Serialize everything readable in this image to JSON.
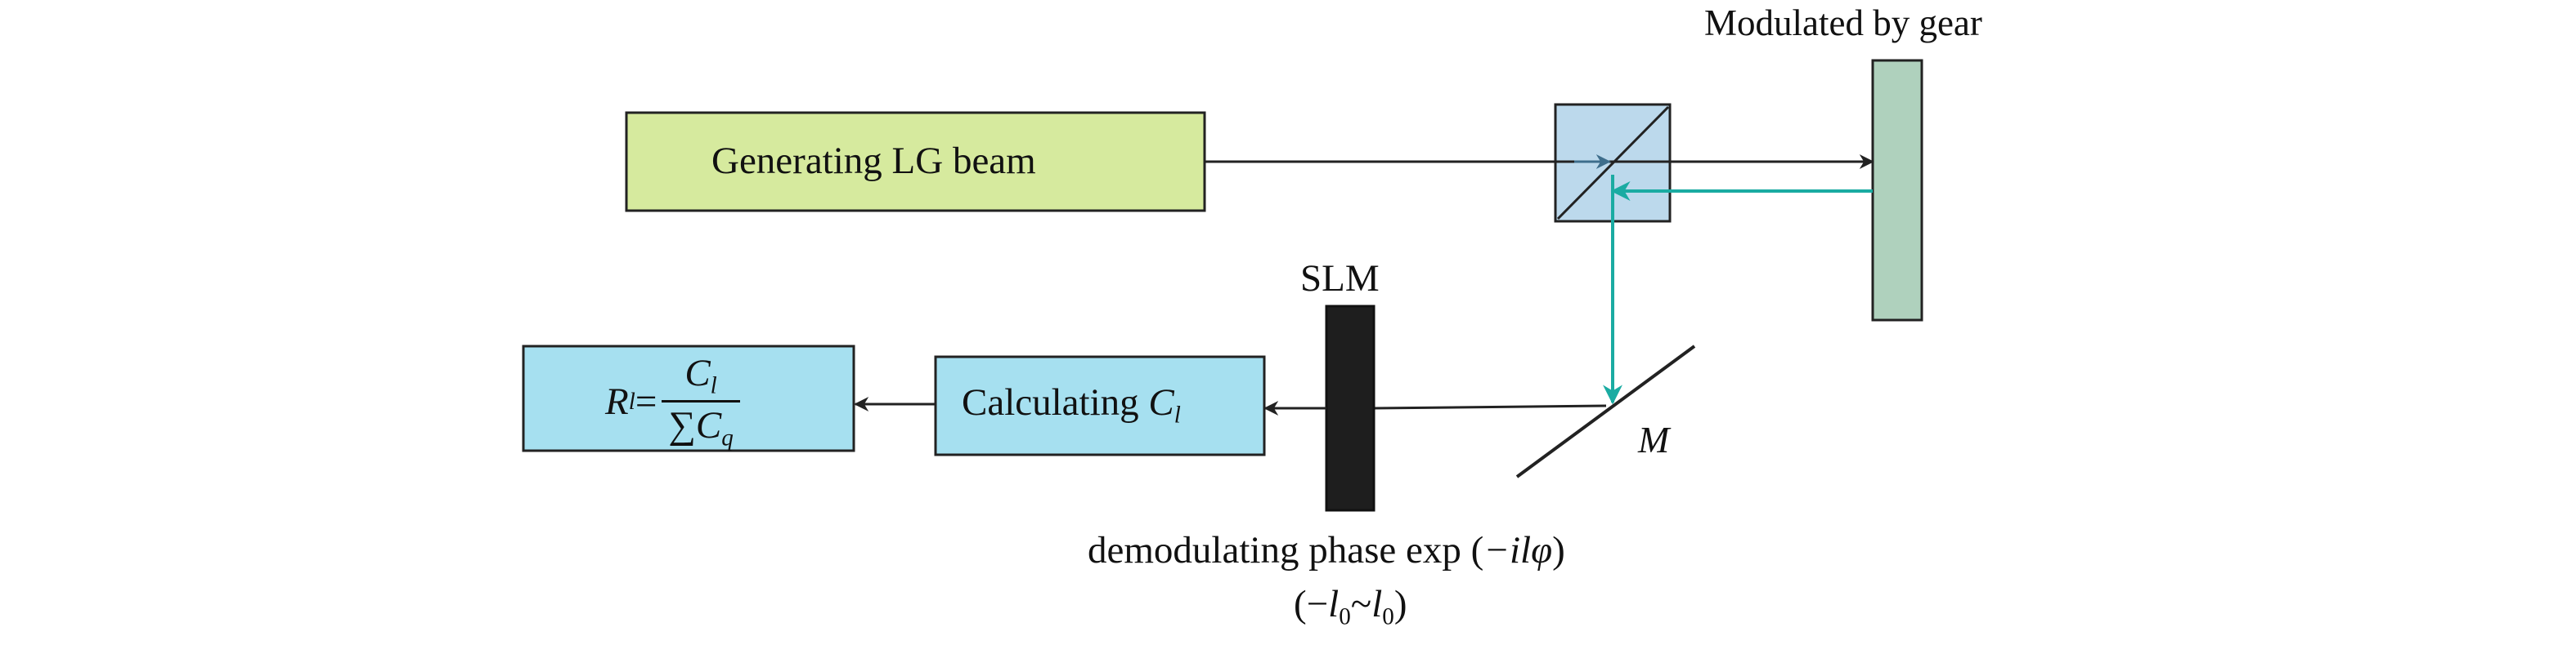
{
  "labels": {
    "modulated_by_gear": "Modulated by gear",
    "generating_lg_beam": "Generating LG beam",
    "slm": "SLM",
    "mirror": "M",
    "calculating_prefix": "Calculating ",
    "calculating_var": "C",
    "calculating_sub": "l",
    "demodulating_prefix": "demodulating phase exp (",
    "demodulating_arg": "−ilφ",
    "demodulating_suffix": ")",
    "range_open": "(−",
    "range_l1": "l",
    "range_sub1": "0",
    "range_tilde": "~",
    "range_l2": "l",
    "range_sub2": "0",
    "range_close": ")"
  },
  "formula": {
    "lhs": "R",
    "lhs_sub": "l",
    "equals": "=",
    "num": "C",
    "num_sub": "l",
    "den_sum": "∑",
    "den": "C",
    "den_sub": "q"
  },
  "colors": {
    "lg_box": "#d6ea9e",
    "blue_box": "#a6e0f0",
    "beam_splitter": "#bcd9ec",
    "gear_plate": "#afd1bd",
    "slm_plate": "#1e1e1e",
    "return_beam": "#1aaba2",
    "line": "#222222"
  }
}
